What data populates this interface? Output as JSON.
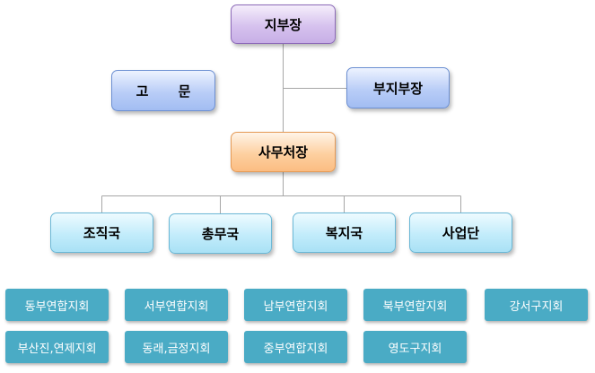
{
  "org_chart": {
    "head": "지부장",
    "advisor": "고 문",
    "vice_head": "부지부장",
    "secretary_general": "사무처장",
    "departments": [
      "조직국",
      "총무국",
      "복지국",
      "사업단"
    ],
    "branches_row1": [
      "동부연합지회",
      "서부연합지회",
      "남부연합지회",
      "북부연합지회",
      "강서구지회"
    ],
    "branches_row2": [
      "부산진,연제지회",
      "동래,금정지회",
      "중부연합지회",
      "영도구지회"
    ]
  },
  "colors": {
    "head": "#d6c2ee",
    "advisor": "#b9cdf7",
    "vice_head": "#b9cdf7",
    "secretary_general": "#fdd0a0",
    "departments": "#c2ecfb",
    "branches": "#4aabc5",
    "connector": "#a6a6a6"
  }
}
